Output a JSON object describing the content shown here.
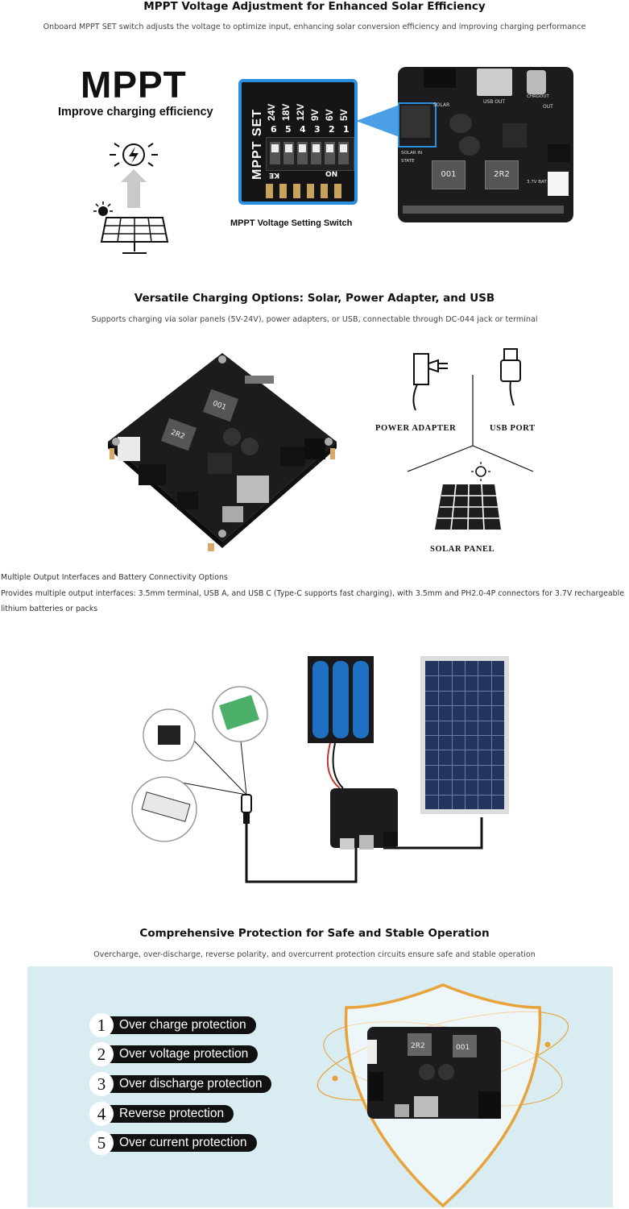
{
  "section1": {
    "title": "MPPT Voltage Adjustment for Enhanced Solar Efficiency",
    "subtitle": "Onboard MPPT SET switch adjusts the voltage to optimize input, enhancing solar conversion efficiency and improving charging performance",
    "mppt_big": "MPPT",
    "mppt_tagline": "Improve charging efficiency",
    "switch_caption": "MPPT Voltage Setting Switch",
    "switch_title": "MPPT SET",
    "switch_voltages": [
      "24V",
      "18V",
      "12V",
      "9V",
      "6V",
      "5V"
    ],
    "switch_numbers": [
      "6",
      "5",
      "4",
      "3",
      "2",
      "1"
    ],
    "switch_on": "ON",
    "switch_ke": "KE",
    "board_labels": {
      "solar": "SOLAR",
      "usb_out": "USB OUT",
      "chrgout": "CHRGOUT",
      "out": "OUT",
      "coil1": "001",
      "coil2": "2R2",
      "batt": "3.7V BAT",
      "state": "STATE",
      "solar_in": "SOLAR IN"
    }
  },
  "section2": {
    "title": "Versatile Charging Options: Solar, Power Adapter, and USB",
    "subtitle": "Supports charging via solar panels (5V-24V), power adapters, or USB, connectable through DC-044 jack or terminal",
    "power_adapter": "POWER ADAPTER",
    "usb_port": "USB PORT",
    "solar_panel": "SOLAR PANEL",
    "coil1": "001",
    "coil2": "2R2"
  },
  "section3": {
    "title": "Multiple Output Interfaces and Battery Connectivity Options",
    "desc": "Provides multiple output interfaces: 3.5mm terminal, USB A, and USB C (Type-C supports fast charging), with 3.5mm and PH2.0-4P connectors for 3.7V rechargeable lithium batteries or packs"
  },
  "section4": {
    "title": "Comprehensive Protection for Safe and Stable Operation",
    "subtitle": "Overcharge, over-discharge, reverse polarity, and overcurrent protection circuits ensure safe and stable operation",
    "protections": [
      {
        "num": "1",
        "label": "Over charge protection"
      },
      {
        "num": "2",
        "label": "Over voltage protection"
      },
      {
        "num": "3",
        "label": "Over discharge protection"
      },
      {
        "num": "4",
        "label": "Reverse protection"
      },
      {
        "num": "5",
        "label": "Over current protection"
      }
    ],
    "coil1": "2R2",
    "coil2": "001"
  },
  "colors": {
    "switch_blue": "#2b8fe0",
    "shield_orange": "#e8a33a",
    "protection_bg": "#d8ecf2",
    "pcb": "#1c1c1e"
  }
}
